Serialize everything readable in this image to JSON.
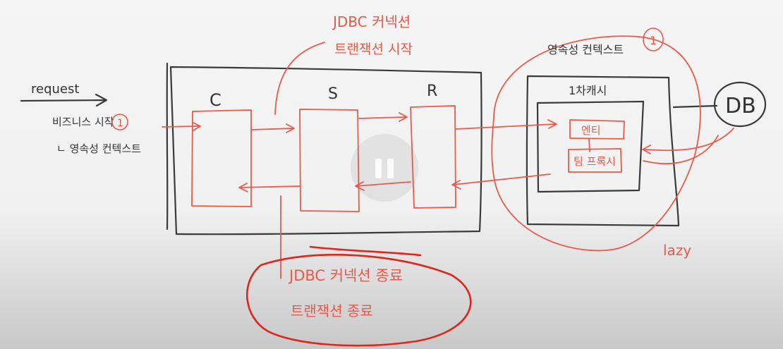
{
  "labels": {
    "request": "request",
    "biz_start": "비즈니스 시작",
    "biz_start_num": "1",
    "persistence_context_left": "ㄴ 영속성 컨텍스트",
    "controller": "C",
    "service": "S",
    "repository": "R",
    "jdbc_conn_top_line1": "JDBC 커넥션",
    "jdbc_conn_top_line2": "트랜잭션 시작",
    "persistence_context_right": "영속성 컨텍스트",
    "persistence_context_right_num": "1",
    "cache": "1차캐시",
    "entity": "엔티",
    "team_proxy": "팀 프록시",
    "db": "DB",
    "lazy": "lazy",
    "jdbc_conn_bottom_line1": "JDBC 커넥션 종료",
    "jdbc_conn_bottom_line2": "트랜잭션 종료"
  },
  "colors": {
    "dark_ink": "#3a3a3a",
    "red_ink": "#ea5a4a",
    "red_ink_bold": "#e0251b",
    "background": "#f4f4f4"
  },
  "icons": {
    "pause": "pause-icon"
  }
}
